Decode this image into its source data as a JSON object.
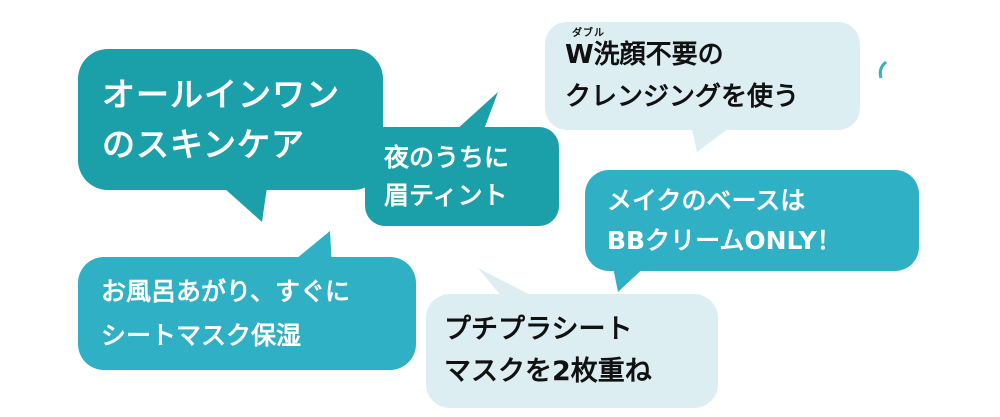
{
  "bubbles": [
    {
      "lines": [
        "オールインワン",
        "のスキンケア"
      ]
    },
    {
      "lines": [
        "夜のうちに",
        "眉ティント"
      ]
    },
    {
      "ruby": "ダブル",
      "lines": [
        "W洗顔不要の",
        "クレンジングを使う"
      ]
    },
    {
      "lines": [
        "メイクのベースは",
        "BBクリームONLY！"
      ]
    },
    {
      "lines": [
        "お風呂あがり、すぐに",
        "シートマスク保湿"
      ]
    },
    {
      "lines": [
        "プチプラシート",
        "マスクを2枚重ね"
      ]
    }
  ],
  "colors": {
    "dark_teal": "#1ba0a9",
    "teal": "#2fb0c4",
    "pale_blue": "#ddeef3",
    "text_dark": "#111111",
    "text_light": "#ffffff"
  }
}
